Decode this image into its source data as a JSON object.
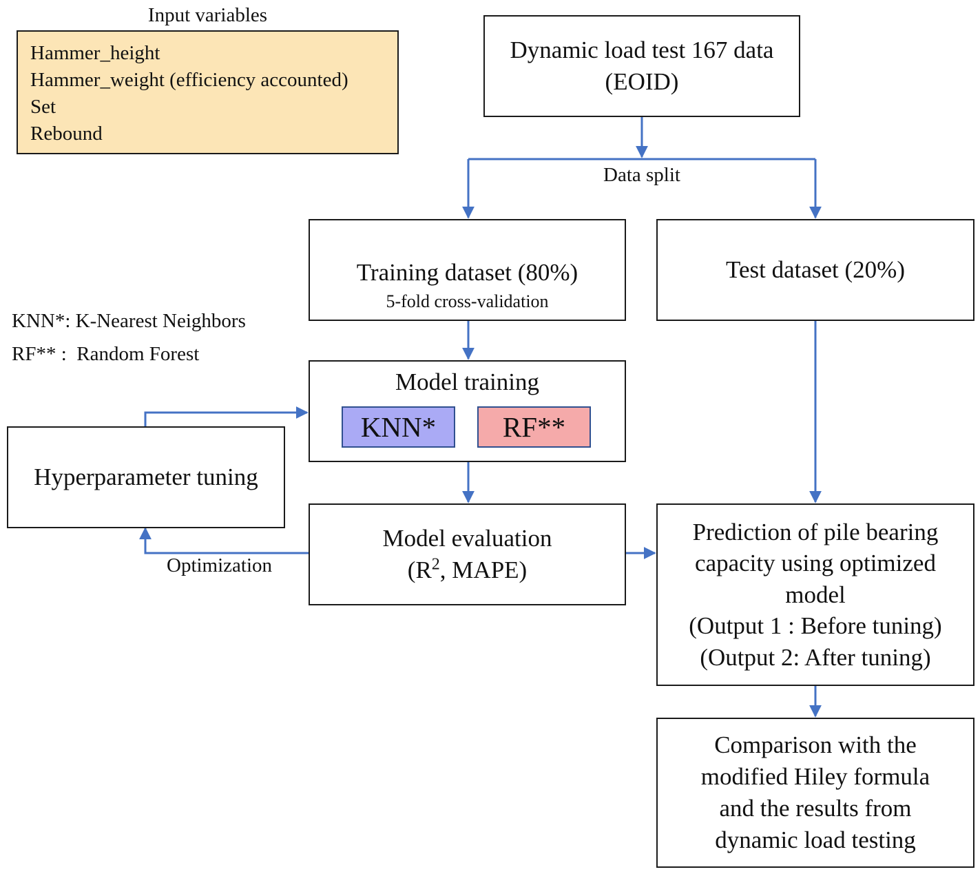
{
  "input_variables": {
    "title": "Input variables",
    "items": [
      "Hammer_height",
      "Hammer_weight (efficiency accounted)",
      "Set",
      "Rebound"
    ]
  },
  "dynamic_load": {
    "line1": "Dynamic load test 167 data",
    "line2": "(EOID)"
  },
  "data_split": "Data split",
  "training": {
    "title": "Training dataset (80%)",
    "subtitle": "5-fold cross-validation"
  },
  "test": {
    "title": "Test dataset (20%)"
  },
  "legend": {
    "knn": "KNN*: K-Nearest Neighbors",
    "rf": "RF** :  Random Forest"
  },
  "model_training": {
    "title": "Model training",
    "knn": "KNN*",
    "rf": "RF**"
  },
  "hyperparameter": "Hyperparameter tuning",
  "optimization": "Optimization",
  "evaluation": {
    "line1": "Model evaluation",
    "line2_prefix": "(R",
    "line2_sup": "2",
    "line2_suffix": ", MAPE)"
  },
  "prediction": {
    "lines": [
      "Prediction of pile bearing",
      "capacity using optimized",
      "model",
      "(Output 1 : Before tuning)",
      "(Output 2: After tuning)"
    ]
  },
  "comparison": {
    "lines": [
      "Comparison with the",
      "modified Hiley formula",
      "and the results from",
      "dynamic load testing"
    ]
  },
  "colors": {
    "arrow": "#4472c4",
    "input_fill": "#fce5b6",
    "knn_fill": "#aaaaf5",
    "rf_fill": "#f5aaaa",
    "inner_border": "#2f4f8f"
  }
}
